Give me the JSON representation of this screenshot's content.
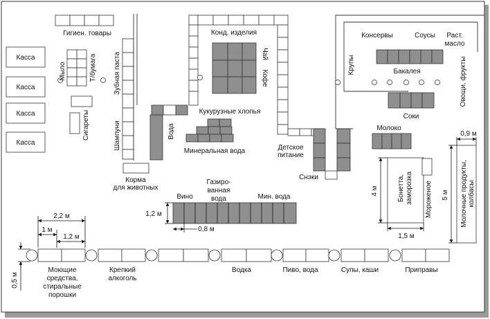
{
  "registers": [
    "Касса",
    "Касса",
    "Касса",
    "Касса"
  ],
  "labels": {
    "hygiene": "Гигиен. товары",
    "soap": "Мыло",
    "toilet_paper": "Т/бумага",
    "toothpaste": "Зубная паста",
    "cigarettes": "Сигареты",
    "shampoo": "Шампуни",
    "water": "Вода",
    "pet_food_1": "Корма",
    "pet_food_2": "для животных",
    "confectionery": "Конд. изделия",
    "tea": "Чай",
    "coffee": "Кофе",
    "corn_flakes": "Кукурузные хлопья",
    "mineral_water": "Минеральная вода",
    "baby_food_1": "Детское",
    "baby_food_2": "питание",
    "snacks": "Снэки",
    "canned": "Консервы",
    "sauces": "Соусы",
    "veg_oil_1": "Раст.",
    "veg_oil_2": "масло",
    "cereals": "Крупы",
    "grocery": "Бакалея",
    "juices": "Соки",
    "fruits_veg": "Овощи, фрукты",
    "milk": "Молоко",
    "dairy_1": "Молочные продукты,",
    "dairy_2": "колбасы",
    "freezer_1": "Бонетта,",
    "freezer_2": "заморозка",
    "ice_cream": "Мороженое",
    "wine": "Вино",
    "soda_1": "Газиро-",
    "soda_2": "ванная",
    "soda_3": "вода",
    "mineral_water_short": "Мин. вода",
    "detergents_1": "Моющие",
    "detergents_2": "средства,",
    "detergents_3": "стиральные",
    "detergents_4": "порошки",
    "strong_alcohol_1": "Крепкий",
    "strong_alcohol_2": "алкоголь",
    "vodka": "Водка",
    "beer_water": "Пиво, вода",
    "soups": "Супы, каши",
    "seasonings": "Приправы"
  },
  "dimensions": {
    "d_2_2": "2,2 м",
    "d_1": "1 м",
    "d_1_2_top": "1,2 м",
    "d_0_5": "0,5 м",
    "d_1_2_side": "1,2 м",
    "d_0_8": "0,8 м",
    "d_0_9": "0,9 м",
    "d_4": "4 м",
    "d_1_5": "1,5 м",
    "d_5": "5 м"
  }
}
